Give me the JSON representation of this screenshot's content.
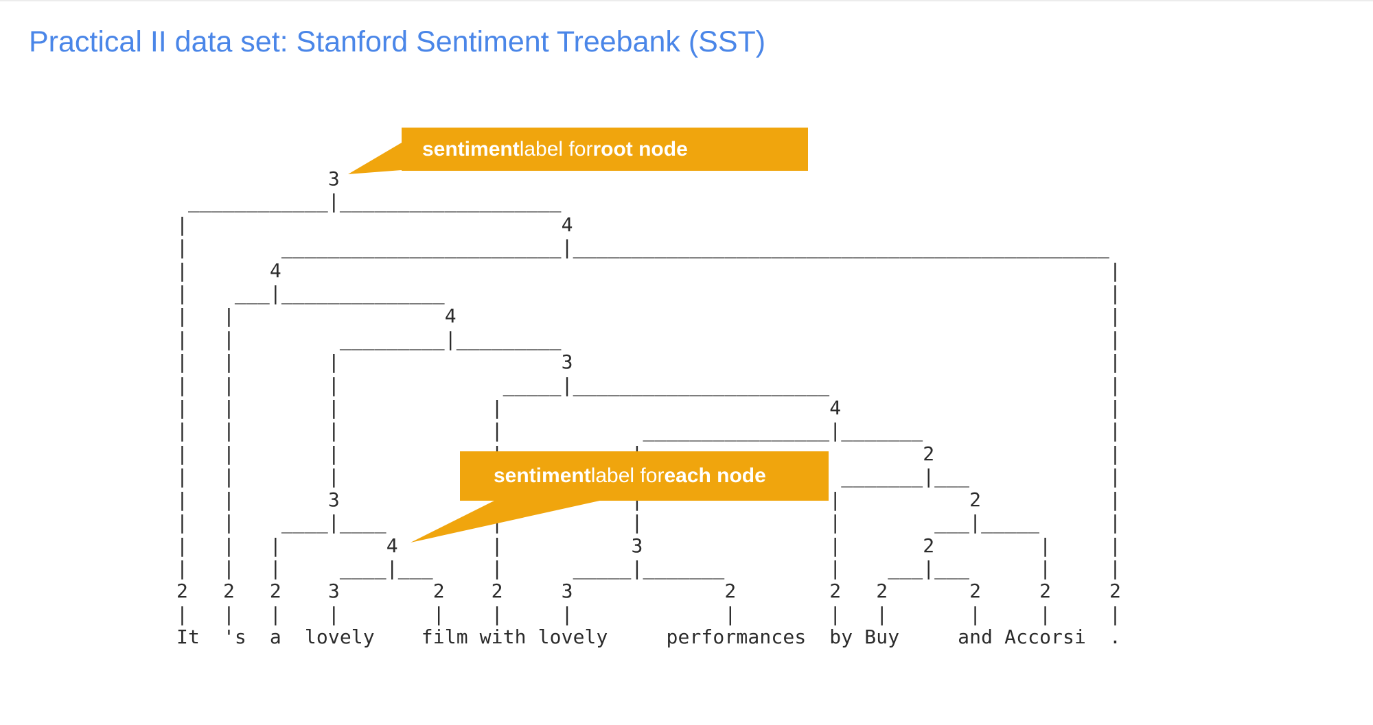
{
  "title": "Practical II data set: Stanford Sentiment Treebank (SST)",
  "callout_root": {
    "bold1": "sentiment",
    "middle": " label for ",
    "bold2": "root node"
  },
  "callout_each": {
    "bold1": "sentiment",
    "middle": " label for ",
    "bold2": "each node"
  },
  "tree": {
    "ascii": "             3\n ____________|___________________\n|                                4\n|        ________________________|______________________________________________\n|       4                                                                       |\n|    ___|______________                                                         |\n|   |                  4                                                        |\n|   |         _________|_________                                               |\n|   |        |                   3                                              |\n|   |        |              _____|______________________                        |\n|   |        |             |                            4                       |\n|   |        |             |            ________________|_______                |\n|   |        |             |           |                        2               |\n|   |        |             |           |                 _______|___            |\n|   |        3             |           |                |           2           |\n|   |    ____|____         |           |                |        ___|_____      |\n|   |   |         4        |           3                |       2         |     |\n|   |   |     ____|___     |      _____|_______         |    ___|___      |     |\n2   2   2    3        2    2     3             2        2   2       2     2     2\n|   |   |    |        |    |     |             |        |   |       |     |     |\nIt  's  a  lovely    film with lovely     performances  by Buy     and Accorsi  .",
    "sentence": "It 's a lovely film with lovely performances by Buy and Accorsi .",
    "root_label": "3",
    "leaf_labels": [
      "2",
      "2",
      "2",
      "3",
      "2",
      "2",
      "3",
      "2",
      "2",
      "2",
      "2",
      "2",
      "2"
    ],
    "bracketed": "(3 (2 It) (4 (4 (2 's) (4 (3 (2 a) (4 (3 lovely) (2 film))) (3 (2 with) (4 (3 (3 lovely) (2 performances)) (2 (2 by) (2 (2 (2 Buy) (2 and)) (2 Accorsi))))))) (2 .)))"
  },
  "colors": {
    "title_blue": "#4a86e8",
    "callout_orange": "#f0a50d",
    "callout_text": "#ffffff",
    "tree_ink": "#2b2b2b"
  }
}
